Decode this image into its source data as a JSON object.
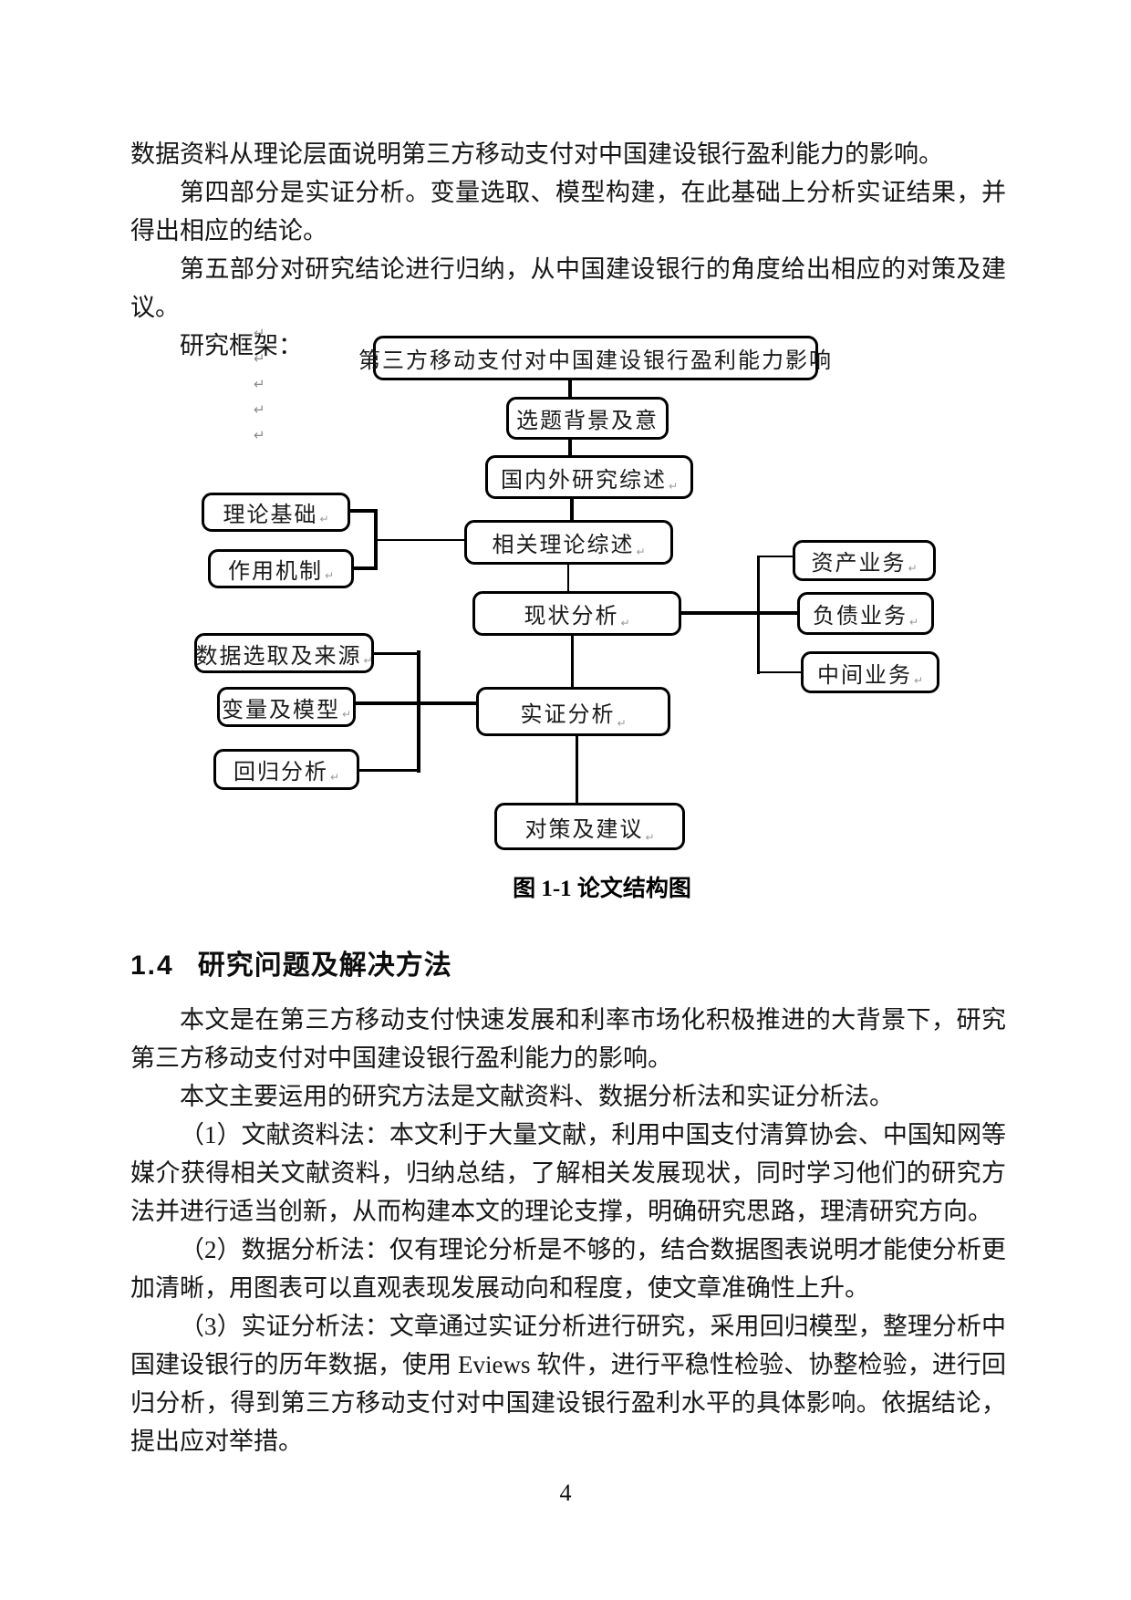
{
  "intro": {
    "paragraphs": [
      "数据资料从理论层面说明第三方移动支付对中国建设银行盈利能力的影响。",
      "第四部分是实证分析。变量选取、模型构建，在此基础上分析实证结果，并得出相应的结论。",
      "第五部分对研究结论进行归纳，从中国建设银行的角度给出相应的对策及建议。",
      "研究框架："
    ]
  },
  "formatting_marks": {
    "glyph": "↵"
  },
  "diagram": {
    "caption": "图 1-1  论文结构图",
    "return_mark": "↵",
    "nodes": {
      "root": "第三方移动支付对中国建设银行盈利能力影响",
      "background": "选题背景及意",
      "literature": "国内外研究综述",
      "theory": "相关理论综述",
      "status": "现状分析",
      "basis": "理论基础",
      "mechanism": "作用机制",
      "data": "数据选取及来源",
      "variables": "变量及模型",
      "regression": "回归分析",
      "empirical": "实证分析",
      "assets": "资产业务",
      "liabilities": "负债业务",
      "intermediate": "中间业务",
      "suggestions": "对策及建议"
    }
  },
  "section": {
    "number": "1.4",
    "title": "研究问题及解决方法",
    "paragraphs": [
      "本文是在第三方移动支付快速发展和利率市场化积极推进的大背景下，研究第三方移动支付对中国建设银行盈利能力的影响。",
      "本文主要运用的研究方法是文献资料、数据分析法和实证分析法。",
      "（1）文献资料法：本文利于大量文献，利用中国支付清算协会、中国知网等媒介获得相关文献资料，归纳总结，了解相关发展现状，同时学习他们的研究方法并进行适当创新，从而构建本文的理论支撑，明确研究思路，理清研究方向。",
      "（2）数据分析法：仅有理论分析是不够的，结合数据图表说明才能使分析更加清晰，用图表可以直观表现发展动向和程度，使文章准确性上升。",
      "（3）实证分析法：文章通过实证分析进行研究，采用回归模型，整理分析中国建设银行的历年数据，使用 Eviews 软件，进行平稳性检验、协整检验，进行回归分析，得到第三方移动支付对中国建设银行盈利水平的具体影响。依据结论，提出应对举措。"
    ]
  },
  "page": {
    "number": "4"
  }
}
